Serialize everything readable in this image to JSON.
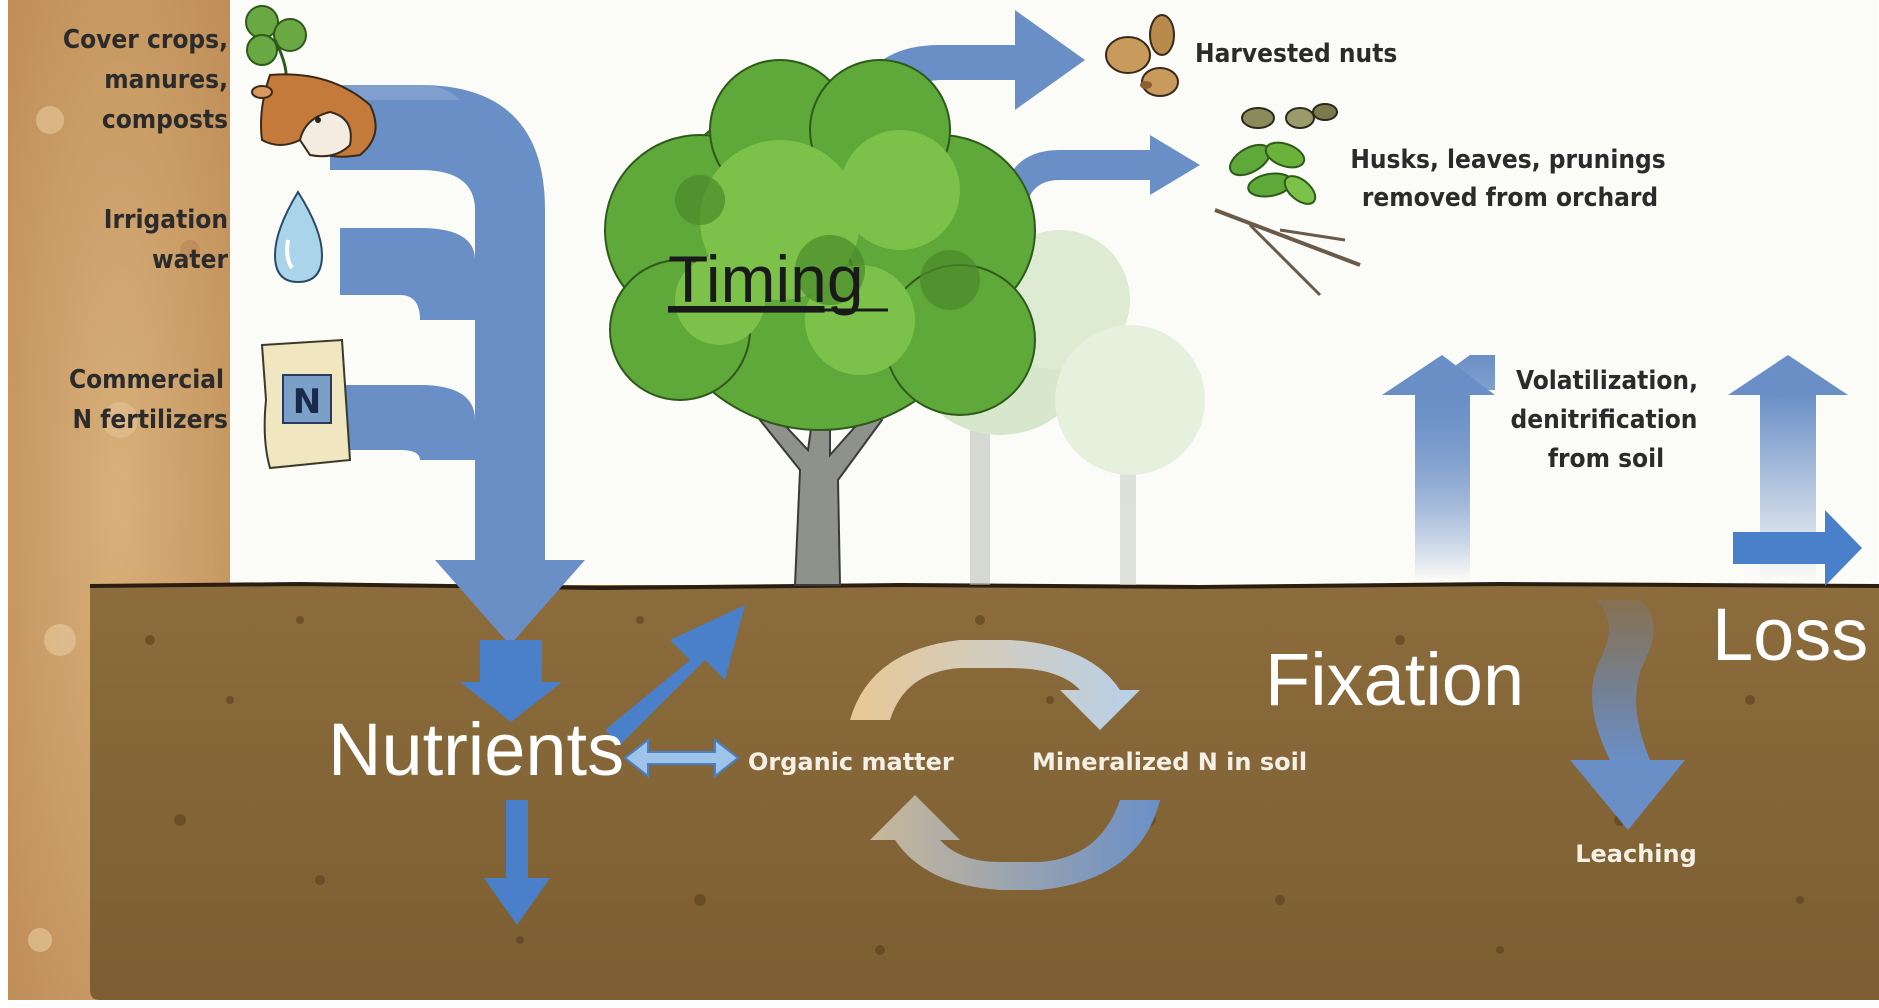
{
  "inputs": {
    "cover_crops": [
      "Cover crops,",
      "manures,",
      "composts"
    ],
    "irrigation": [
      "Irrigation",
      "water"
    ],
    "fertilizers": [
      "Commercial",
      "N fertilizers"
    ],
    "fertilizer_bag_letter": "N"
  },
  "outputs": {
    "harvested_nuts": "Harvested nuts",
    "husks": [
      "Husks, leaves, prunings",
      "removed from orchard"
    ],
    "volatilization": [
      "Volatilization,",
      "denitrification",
      "from soil"
    ],
    "leaching": "Leaching"
  },
  "soil_cycle": {
    "organic_matter": "Organic matter",
    "mineralized_n": "Mineralized N in soil"
  },
  "overlay": {
    "timing": "Timing",
    "nutrients": "Nutrients",
    "fixation": "Fixation",
    "loss": "Loss"
  },
  "colors": {
    "flow_arrow": "#6a8fc7",
    "overlay_arrow": "#4a7fc9",
    "soil": "#8a6a3a",
    "tree_green": "#6ab23a",
    "left_strip": "#c89a64"
  }
}
